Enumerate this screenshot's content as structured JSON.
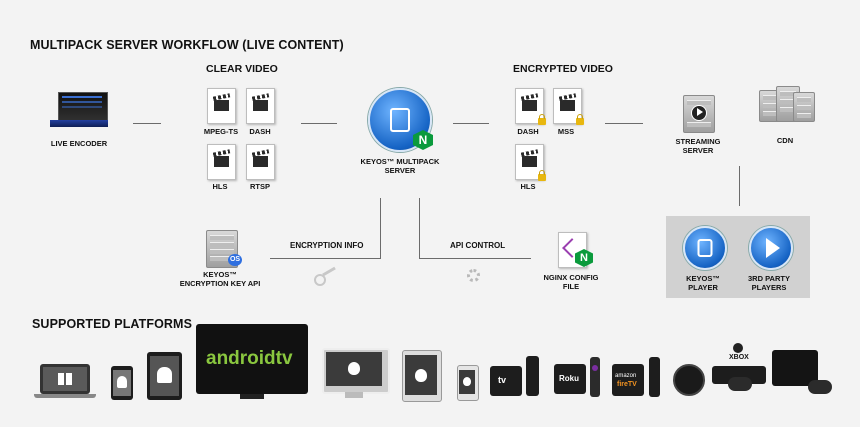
{
  "title": "MULTIPACK SERVER WORKFLOW (LIVE CONTENT)",
  "clear_video": "CLEAR VIDEO",
  "encrypted_video": "ENCRYPTED VIDEO",
  "live_encoder": "LIVE ENCODER",
  "clear_formats": [
    "MPEG-TS",
    "DASH",
    "HLS",
    "RTSP"
  ],
  "encrypted_formats": [
    "DASH",
    "MSS",
    "HLS"
  ],
  "server_label_1": "KEYOS™ MULTIPACK",
  "server_label_2": "SERVER",
  "streaming_server_1": "STREAMING",
  "streaming_server_2": "SERVER",
  "cdn": "CDN",
  "key_api_1": "KEYOS™",
  "key_api_2": "ENCRYPTION KEY API",
  "encryption_info": "ENCRYPTION INFO",
  "api_control": "API CONTROL",
  "nginx_1": "NGINX CONFIG",
  "nginx_2": "FILE",
  "keyos_player_1": "KEYOS™",
  "keyos_player_2": "PLAYER",
  "third_party_1": "3RD PARTY",
  "third_party_2": "PLAYERS",
  "supported_platforms": "SUPPORTED PLATFORMS",
  "androidtv": "androidtv",
  "roku": "Roku",
  "amazon_1": "amazon",
  "amazon_2": "fireTV",
  "xbox": "XBOX",
  "apple_tv": "tv",
  "os_badge": "OS"
}
